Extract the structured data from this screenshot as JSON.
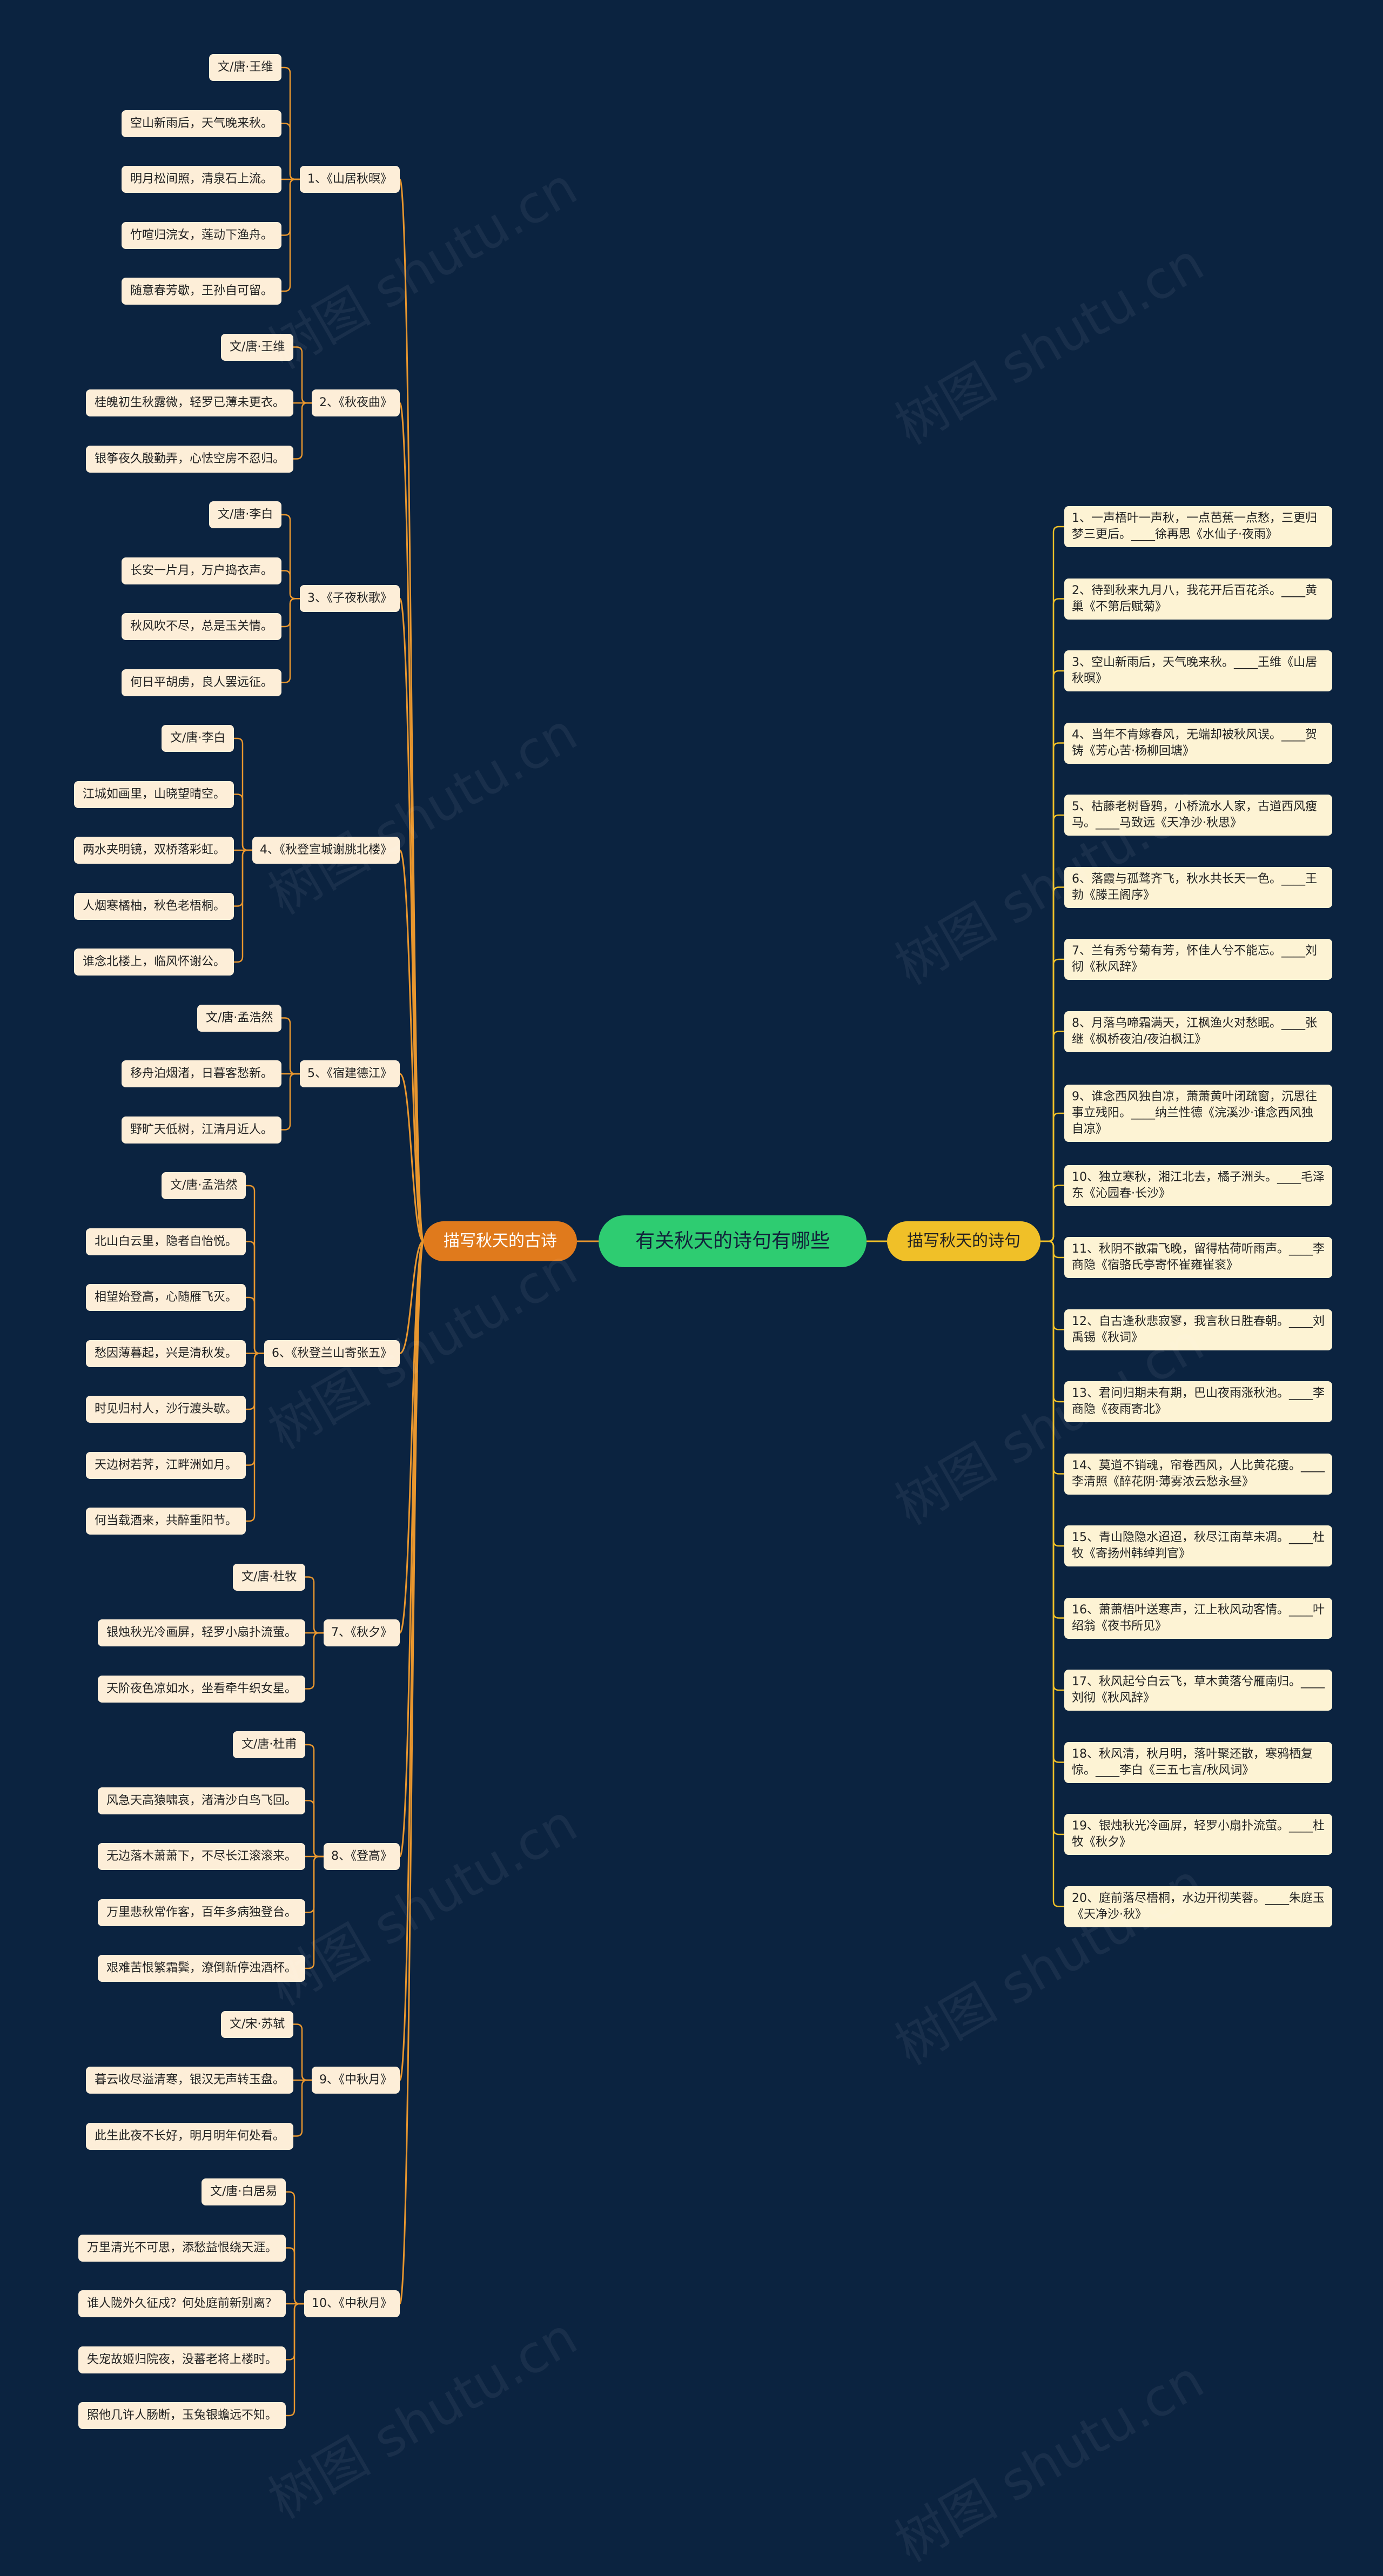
{
  "root": {
    "title": "有关秋天的诗句有哪些"
  },
  "left_branch": {
    "title": "描写秋天的古诗"
  },
  "right_branch": {
    "title": "描写秋天的诗句"
  },
  "watermark": "树图 shutu.cn",
  "colors": {
    "background": "#0b2340",
    "root": "#2ecc71",
    "left_branch": "#e07a1c",
    "right_branch": "#f0c028",
    "leaf": "#fdeed8",
    "line_left": "#e8962e",
    "line_right": "#f0c028"
  },
  "poems": [
    {
      "title": "1、《山居秋暝》",
      "lines": [
        "文/唐·王维",
        "空山新雨后，天气晚来秋。",
        "明月松间照，清泉石上流。",
        "竹喧归浣女，莲动下渔舟。",
        "随意春芳歇，王孙自可留。"
      ]
    },
    {
      "title": "2、《秋夜曲》",
      "lines": [
        "文/唐·王维",
        "桂魄初生秋露微，轻罗已薄未更衣。",
        "银筝夜久殷勤弄，心怯空房不忍归。"
      ]
    },
    {
      "title": "3、《子夜秋歌》",
      "lines": [
        "文/唐·李白",
        "长安一片月，万户捣衣声。",
        "秋风吹不尽，总是玉关情。",
        "何日平胡虏，良人罢远征。"
      ]
    },
    {
      "title": "4、《秋登宣城谢朓北楼》",
      "lines": [
        "文/唐·李白",
        "江城如画里，山晓望晴空。",
        "两水夹明镜，双桥落彩虹。",
        "人烟寒橘柚，秋色老梧桐。",
        "谁念北楼上，临风怀谢公。"
      ]
    },
    {
      "title": "5、《宿建德江》",
      "lines": [
        "文/唐·孟浩然",
        "移舟泊烟渚，日暮客愁新。",
        "野旷天低树，江清月近人。"
      ]
    },
    {
      "title": "6、《秋登兰山寄张五》",
      "lines": [
        "文/唐·孟浩然",
        "北山白云里，隐者自怡悦。",
        "相望始登高，心随雁飞灭。",
        "愁因薄暮起，兴是清秋发。",
        "时见归村人，沙行渡头歇。",
        "天边树若荠，江畔洲如月。",
        "何当载酒来，共醉重阳节。"
      ]
    },
    {
      "title": "7、《秋夕》",
      "lines": [
        "文/唐·杜牧",
        "银烛秋光冷画屏，轻罗小扇扑流萤。",
        "天阶夜色凉如水，坐看牵牛织女星。"
      ]
    },
    {
      "title": "8、《登高》",
      "lines": [
        "文/唐·杜甫",
        "风急天高猿啸哀，渚清沙白鸟飞回。",
        "无边落木萧萧下，不尽长江滚滚来。",
        "万里悲秋常作客，百年多病独登台。",
        "艰难苦恨繁霜鬓，潦倒新停浊酒杯。"
      ]
    },
    {
      "title": "9、《中秋月》",
      "lines": [
        "文/宋·苏轼",
        "暮云收尽溢清寒，银汉无声转玉盘。",
        "此生此夜不长好，明月明年何处看。"
      ]
    },
    {
      "title": "10、《中秋月》",
      "lines": [
        "文/唐·白居易",
        "万里清光不可思，添愁益恨绕天涯。",
        "谁人陇外久征戍？何处庭前新别离？",
        "失宠故姬归院夜，没蕃老将上楼时。",
        "照他几许人肠断，玉兔银蟾远不知。"
      ]
    }
  ],
  "sentences": [
    "1、一声梧叶一声秋，一点芭蕉一点愁，三更归梦三更后。____徐再思《水仙子·夜雨》",
    "2、待到秋来九月八，我花开后百花杀。____黄巢《不第后赋菊》",
    "3、空山新雨后，天气晚来秋。____王维《山居秋暝》",
    "4、当年不肯嫁春风，无端却被秋风误。____贺铸《芳心苦·杨柳回塘》",
    "5、枯藤老树昏鸦，小桥流水人家，古道西风瘦马。____马致远《天净沙·秋思》",
    "6、落霞与孤鹜齐飞，秋水共长天一色。____王勃《滕王阁序》",
    "7、兰有秀兮菊有芳，怀佳人兮不能忘。____刘彻《秋风辞》",
    "8、月落乌啼霜满天，江枫渔火对愁眠。____张继《枫桥夜泊/夜泊枫江》",
    "9、谁念西风独自凉，萧萧黄叶闭疏窗，沉思往事立残阳。____纳兰性德《浣溪沙·谁念西风独自凉》",
    "10、独立寒秋，湘江北去，橘子洲头。____毛泽东《沁园春·长沙》",
    "11、秋阴不散霜飞晚，留得枯荷听雨声。____李商隐《宿骆氏亭寄怀崔雍崔衮》",
    "12、自古逢秋悲寂寥，我言秋日胜春朝。____刘禹锡《秋词》",
    "13、君问归期未有期，巴山夜雨涨秋池。____李商隐《夜雨寄北》",
    "14、莫道不销魂，帘卷西风，人比黄花瘦。____李清照《醉花阴·薄雾浓云愁永昼》",
    "15、青山隐隐水迢迢，秋尽江南草未凋。____杜牧《寄扬州韩绰判官》",
    "16、萧萧梧叶送寒声，江上秋风动客情。____叶绍翁《夜书所见》",
    "17、秋风起兮白云飞，草木黄落兮雁南归。____刘彻《秋风辞》",
    "18、秋风清，秋月明，落叶聚还散，寒鸦栖复惊。____李白《三五七言/秋风词》",
    "19、银烛秋光冷画屏，轻罗小扇扑流萤。____杜牧《秋夕》",
    "20、庭前落尽梧桐，水边开彻芙蓉。____朱庭玉《天净沙·秋》"
  ]
}
